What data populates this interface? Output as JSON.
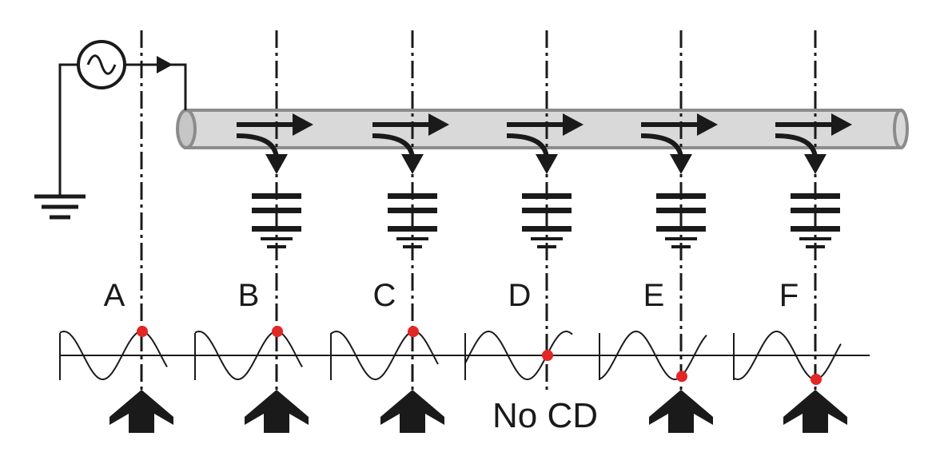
{
  "colors": {
    "ink": "#1a1a1a",
    "tube_fill": "#d9d9d9",
    "tube_stroke": "#8c8c8c",
    "marker": "#e32626",
    "background": "#ffffff"
  },
  "source": {
    "icon": "ac-source-icon",
    "ground_icon": "ground-icon"
  },
  "stations": [
    {
      "label": "A",
      "has_electrode": false,
      "wave_phase": 0.0,
      "cd": true
    },
    {
      "label": "B",
      "has_electrode": true,
      "wave_phase": 0.0,
      "cd": true
    },
    {
      "label": "C",
      "has_electrode": true,
      "wave_phase": 0.02,
      "cd": true
    },
    {
      "label": "D",
      "has_electrode": true,
      "wave_phase": 0.25,
      "cd": false
    },
    {
      "label": "E",
      "has_electrode": true,
      "wave_phase": 0.42,
      "cd": true
    },
    {
      "label": "F",
      "has_electrode": true,
      "wave_phase": 0.5,
      "cd": true
    }
  ],
  "no_cd_text": "No CD"
}
